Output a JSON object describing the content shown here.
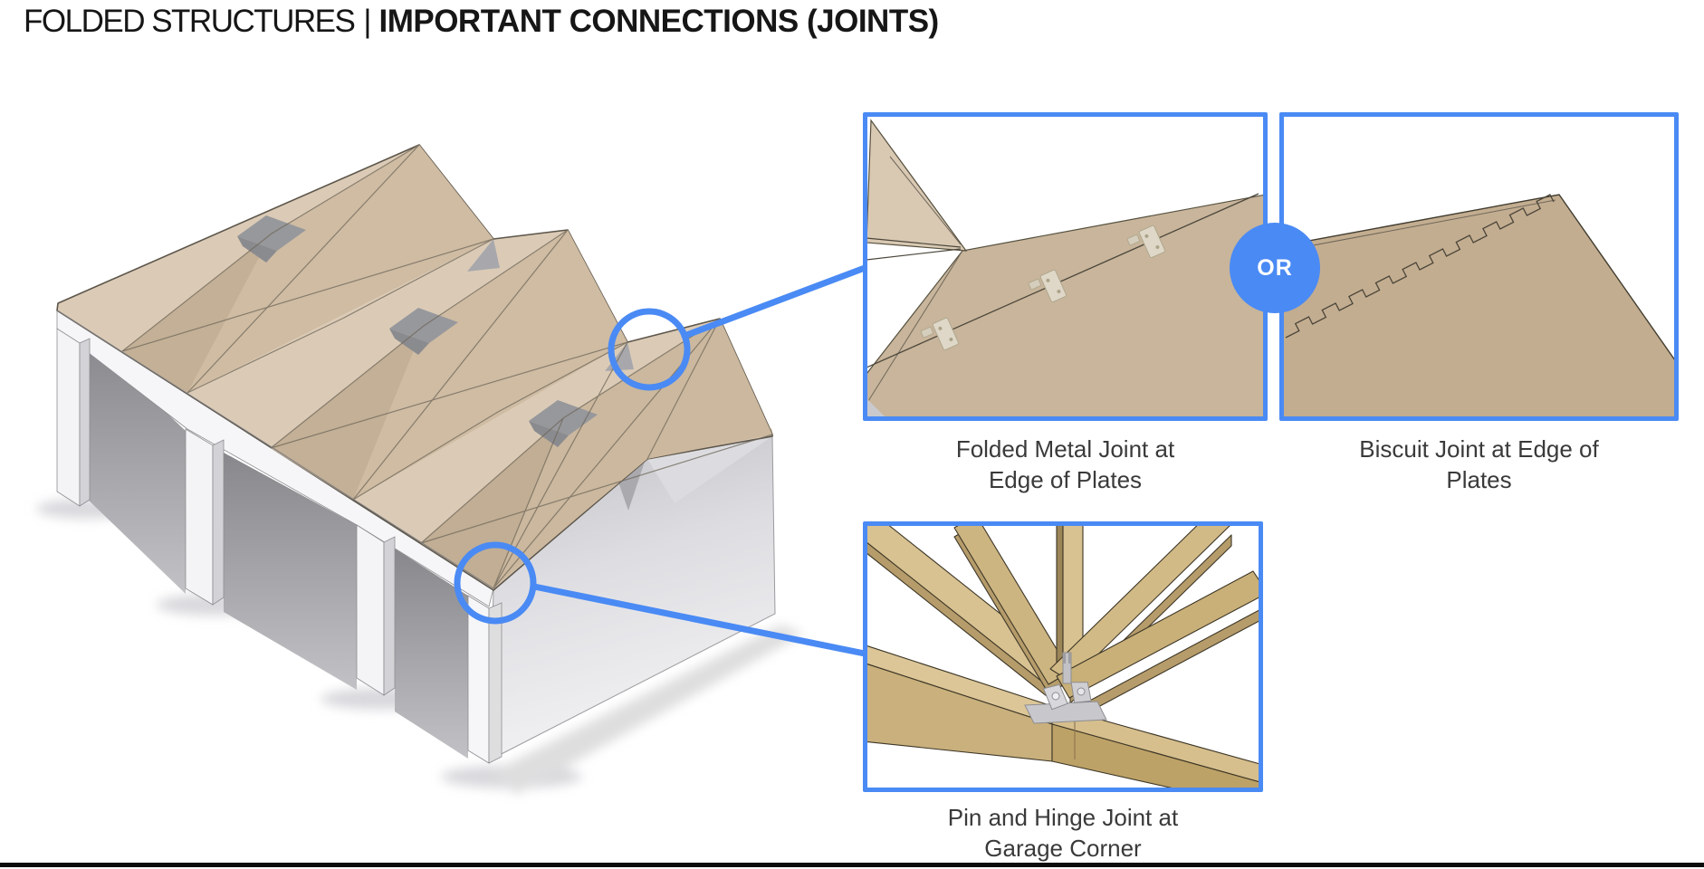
{
  "title": {
    "prefix": "FOLDED STRUCTURES",
    "separator": "|",
    "emphasis": "IMPORTANT CONNECTIONS (JOINTS)"
  },
  "callouts": {
    "or_label": "OR",
    "folded_metal": {
      "caption_line1": "Folded Metal Joint at",
      "caption_line2": "Edge of Plates"
    },
    "biscuit": {
      "caption_line1": "Biscuit Joint at Edge of",
      "caption_line2": "Plates"
    },
    "pin_hinge": {
      "caption_line1": "Pin and Hinge Joint at",
      "caption_line2": "Garage Corner"
    }
  },
  "colors": {
    "accent_blue": "#4a8af4",
    "roof_tan_light": "#dbcbb6",
    "roof_tan_medium": "#cfbca3",
    "roof_tan_dark": "#c3b096",
    "grey_accent": "#97989c",
    "frame_white": "#f6f6f8",
    "wood_light": "#d8c291",
    "wood_medium": "#c8b07c",
    "wood_dark": "#b59c6a",
    "metal_grey": "#cfcfd3",
    "caption_text": "#3a3a3a",
    "title_text": "#161616"
  }
}
